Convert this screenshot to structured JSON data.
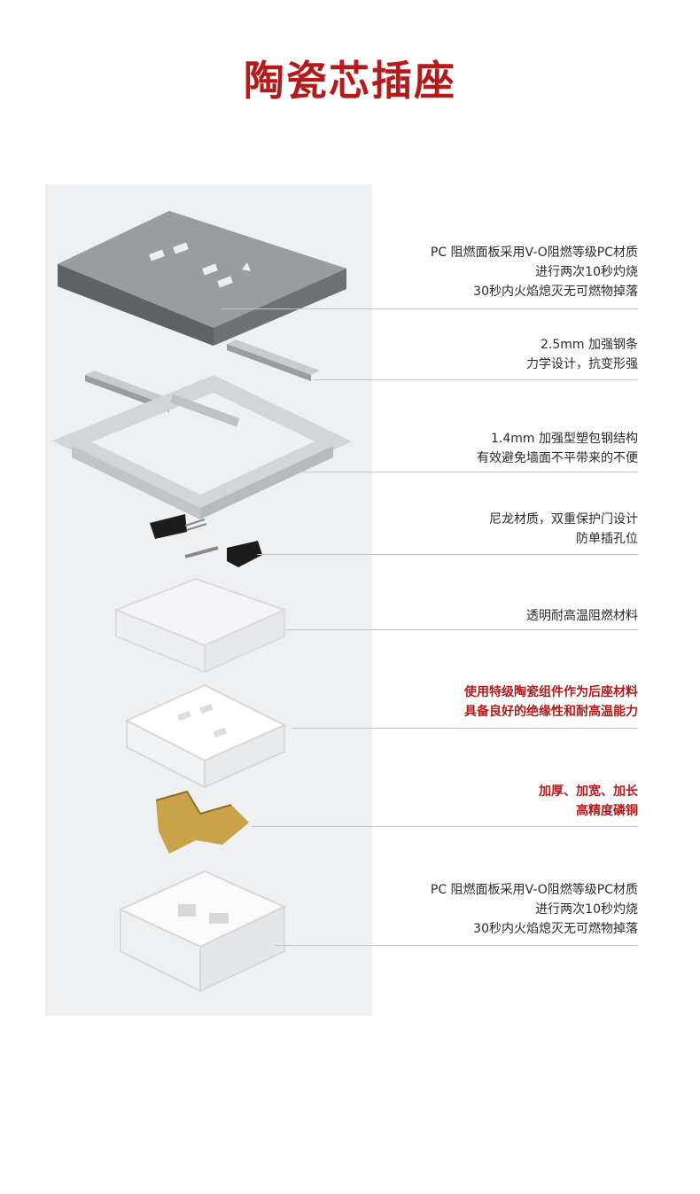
{
  "title": "陶瓷芯插座",
  "callouts": [
    {
      "lines": [
        "PC 阻燃面板采用V-O阻燃等级PC材质",
        "进行两次10秒灼烧",
        "30秒内火焰熄灭无可燃物掉落"
      ],
      "emphasis": false
    },
    {
      "lines": [
        "2.5mm 加强钢条",
        "力学设计，抗变形强"
      ],
      "emphasis": false
    },
    {
      "lines": [
        "1.4mm 加强型塑包钢结构",
        "有效避免墙面不平带来的不便"
      ],
      "emphasis": false
    },
    {
      "lines": [
        "尼龙材质，双重保护门设计",
        "防单插孔位"
      ],
      "emphasis": false
    },
    {
      "lines": [
        "透明耐高温阻燃材料"
      ],
      "emphasis": false
    },
    {
      "lines": [
        "使用特级陶瓷组件作为后座材料",
        "具备良好的绝缘性和耐高温能力"
      ],
      "emphasis": true
    },
    {
      "lines": [
        "加厚、加宽、加长",
        "高精度磷铜"
      ],
      "emphasis": true
    },
    {
      "lines": [
        "PC 阻燃面板采用V-O阻燃等级PC材质",
        "进行两次10秒灼烧",
        "30秒内火焰熄灭无可燃物掉落"
      ],
      "emphasis": false
    }
  ],
  "colors": {
    "accent": "#b31b1b",
    "panel_bg": "#eef0f2",
    "faceplate": "#8a8d90",
    "brass": "#c9a24a"
  }
}
